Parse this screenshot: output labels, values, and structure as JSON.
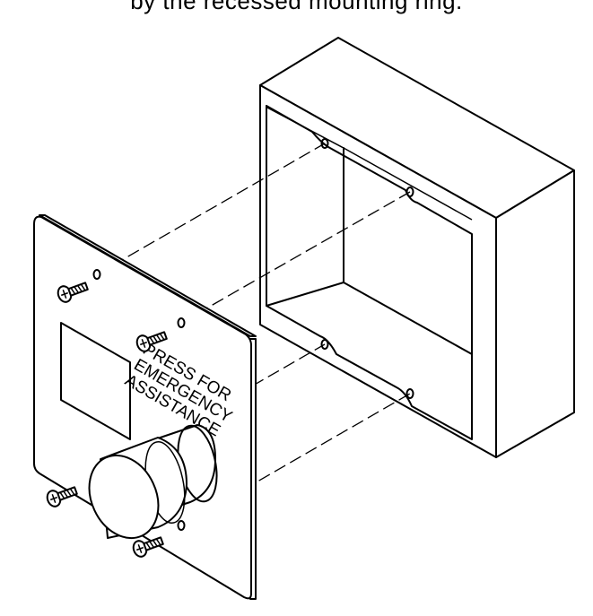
{
  "caption": "by the recessed mounting ring.",
  "plate_label": {
    "line1": "PRESS FOR",
    "line2": "EMERGENCY",
    "line3": "ASSISTANCE"
  }
}
